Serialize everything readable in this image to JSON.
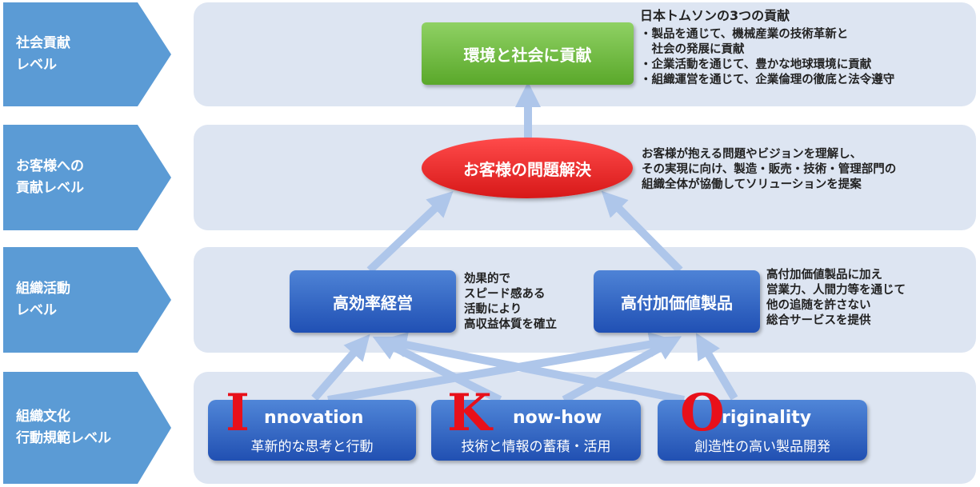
{
  "levels": [
    {
      "label": "社会貢献\nレベル"
    },
    {
      "label": "お客様への\n貢献レベル"
    },
    {
      "label": "組織活動\nレベル"
    },
    {
      "label": "組織文化\n行動規範レベル"
    }
  ],
  "top_node": {
    "label": "環境と社会に貢献"
  },
  "top_desc": {
    "title": "日本トムソンの3つの貢献",
    "lines": "・製品を通じて、機械産業の技術革新と\n　社会の発展に貢献\n・企業活動を通じて、豊かな地球環境に貢献\n・組織運営を通じて、企業倫理の徹底と法令遵守"
  },
  "customer_node": {
    "label": "お客様の問題解決"
  },
  "customer_desc": {
    "text": "お客様が抱える問題やビジョンを理解し、\nその実現に向け、製造・販売・技術・管理部門の\n組織全体が協働してソリューションを提案"
  },
  "org_left": {
    "label": "高効率経営",
    "desc": "効果的で\nスピード感ある\n活動により\n高収益体質を確立"
  },
  "org_right": {
    "label": "高付加価値製品",
    "desc": "高付加価値製品に加え\n営業力、人間力等を通じて\n他の追随を許さない\n総合サービスを提供"
  },
  "pillars": [
    {
      "initial": "I",
      "word": "nnovation",
      "sub": "革新的な思考と行動"
    },
    {
      "initial": "K",
      "word": "now-how",
      "sub": "技術と情報の蓄積・活用"
    },
    {
      "initial": "O",
      "word": "riginality",
      "sub": "創造性の高い製品開発"
    }
  ],
  "colors": {
    "band": "#dde5f2",
    "level": "#5b9bd5",
    "arrow": "#aec6ea",
    "initial": "#e8101a"
  }
}
